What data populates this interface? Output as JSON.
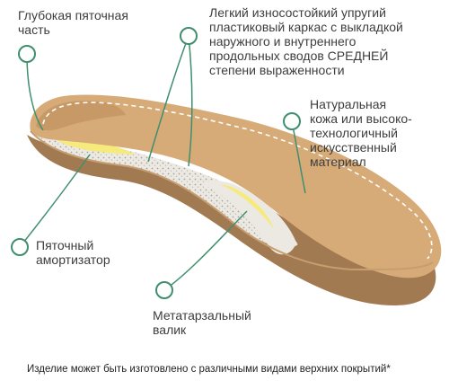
{
  "colors": {
    "leather": "#d7ab78",
    "leather_dark": "#b98a57",
    "shell": "#a27a52",
    "edge": "#c79e70",
    "foam": "#ece8e2",
    "yellow": "#f6ea7c",
    "callout": "#3f8f6f"
  },
  "labels": {
    "heel_cup": "Глубокая пяточная\nчасть",
    "frame": "Легкий износостойкий упругий\nпластиковый каркас с выкладкой\nнаружного и внутреннего\nпродольных сводов СРЕДНЕЙ\nстепени выраженности",
    "leather": "Натуральная\nкожа или высоко-\nтехнологичный\nискусственный\nматериал",
    "heel_absorber": "Пяточный\nамортизатор",
    "metatarsal_pad": "Метатарзальный\nвалик"
  },
  "footnote": "Изделие может быть изготовлено с различными видами верхних покрытий*"
}
